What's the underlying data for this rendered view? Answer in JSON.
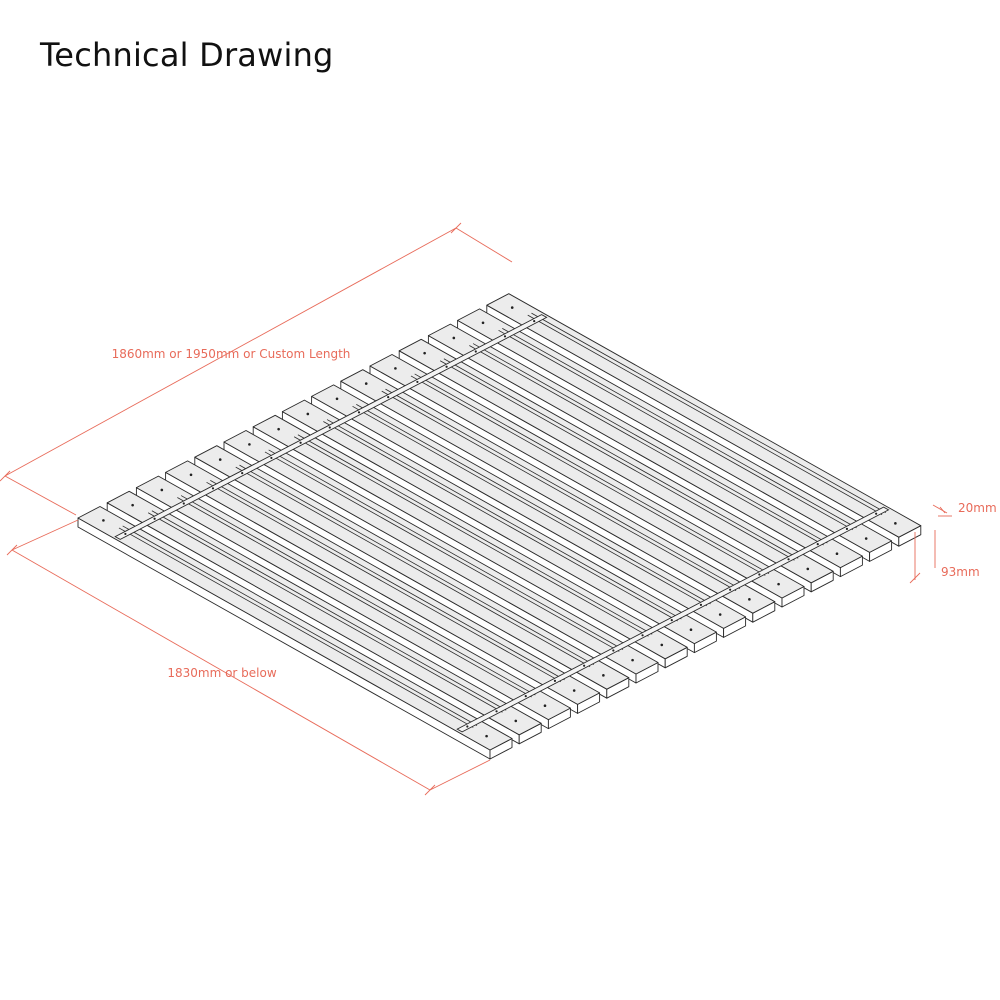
{
  "title": "Technical Drawing",
  "colors": {
    "dimension": "#e86b5a",
    "outline": "#2a2a2a",
    "slat_top": "#ececec",
    "background": "#ffffff"
  },
  "dimensions": {
    "length_label": "1860mm or 1950mm or Custom Length",
    "width_label": "1830mm or below",
    "thickness_label": "20mm",
    "slat_width_label": "93mm"
  },
  "slat_count": 15
}
